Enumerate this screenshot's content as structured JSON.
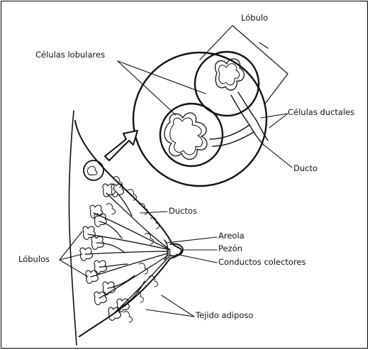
{
  "labels": {
    "lobulo": "Lóbulo",
    "celulas_lobulares": "Células lobulares",
    "celulas_ductales": "Células ductales",
    "ducto": "Ducto",
    "ductos": "Ductos",
    "areola": "Areola",
    "pezon": "Pezón",
    "conductos_colectores": "Conductos colectores",
    "lobulos": "Lóbulos",
    "tejido_adiposo": "Tejido adiposo"
  },
  "colors": {
    "ink": "#111111",
    "background": "#ffffff"
  }
}
